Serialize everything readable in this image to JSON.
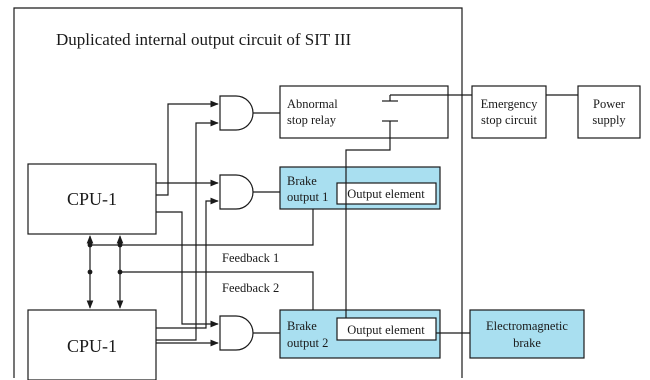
{
  "title": "Duplicated internal output circuit of SIT III",
  "cpu_top_label": "CPU-1",
  "cpu_bottom_label": "CPU-1",
  "abnormal_relay": {
    "line1": "Abnormal",
    "line2": "stop relay"
  },
  "brake_output_1": {
    "line1": "Brake",
    "line2": "output 1"
  },
  "brake_output_2": {
    "line1": "Brake",
    "line2": "output 2"
  },
  "output_element_1": "Output element",
  "output_element_2": "Output element",
  "feedback_1": "Feedback 1",
  "feedback_2": "Feedback 2",
  "emergency_stop": {
    "line1": "Emergency",
    "line2": "stop circuit"
  },
  "power_supply": {
    "line1": "Power",
    "line2": "supply"
  },
  "electromagnetic_brake": {
    "line1": "Electromagnetic",
    "line2": "brake"
  },
  "colors": {
    "highlight": "#a9dff0",
    "line": "#1a1a1a"
  }
}
